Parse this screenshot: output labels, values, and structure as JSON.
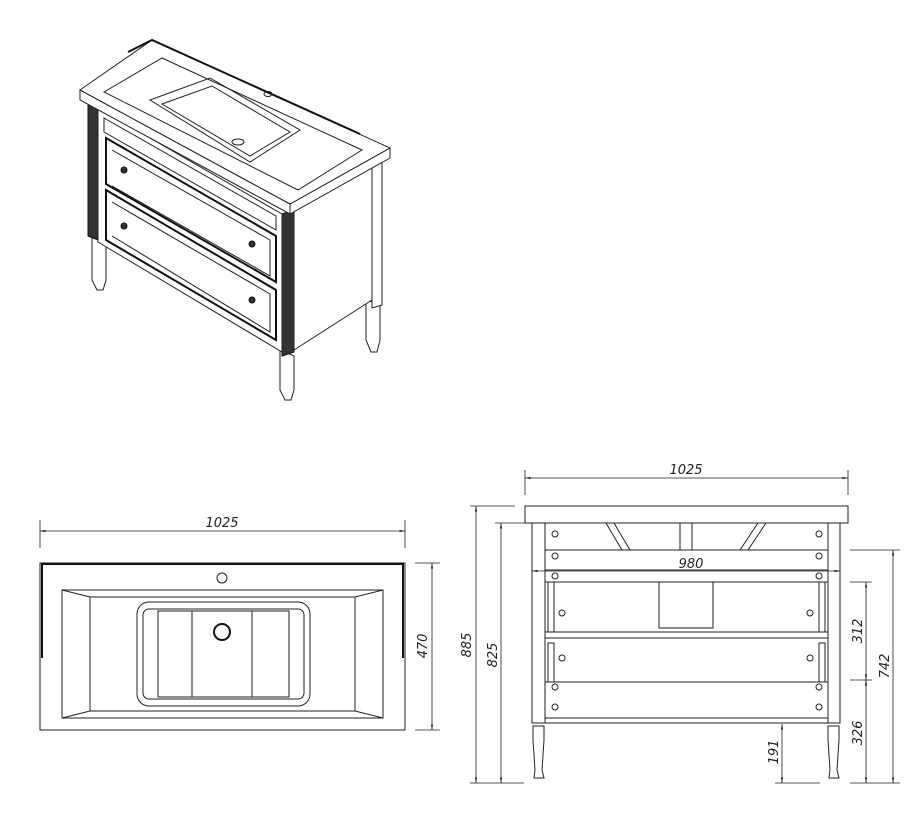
{
  "drawing": {
    "title": "Vanity unit with washbasin",
    "views": [
      "isometric",
      "top",
      "front"
    ],
    "line_color": "#222222",
    "top_view": {
      "width_label": "1025",
      "depth_label": "470"
    },
    "front_view": {
      "width_label": "1025",
      "inner_width_label": "980",
      "total_height_label": "885",
      "body_height_label": "825",
      "cabinet_height_label": "742",
      "upper_drawer_label": "312",
      "lower_drawer_label": "326",
      "leg_clearance_label": "191"
    }
  }
}
